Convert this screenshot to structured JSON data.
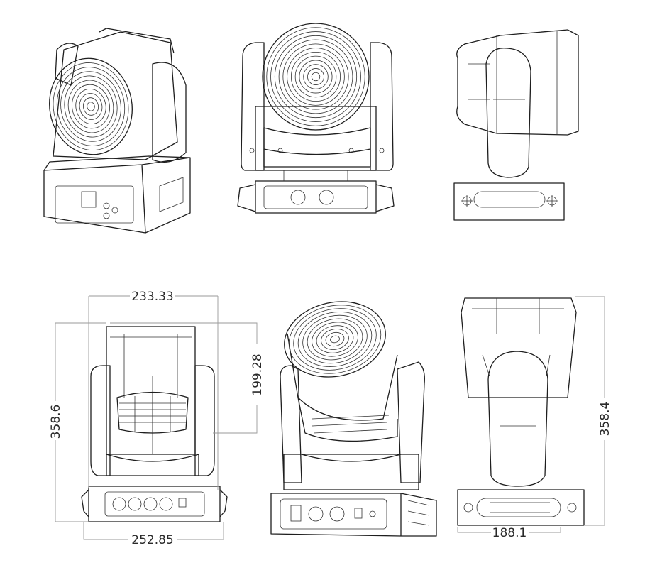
{
  "drawing": {
    "views": [
      "isometric-front",
      "front",
      "side",
      "front-dimensioned",
      "isometric-tilted",
      "back-side-dimensioned"
    ],
    "dimensions": {
      "front_width_top": "233.33",
      "head_height": "199.28",
      "total_height_front": "358.6",
      "base_width": "252.85",
      "total_height_side": "358.4",
      "base_depth": "188.1"
    },
    "line_color": "#1e1e1e",
    "dimension_line_color": "#9a9a9a"
  }
}
